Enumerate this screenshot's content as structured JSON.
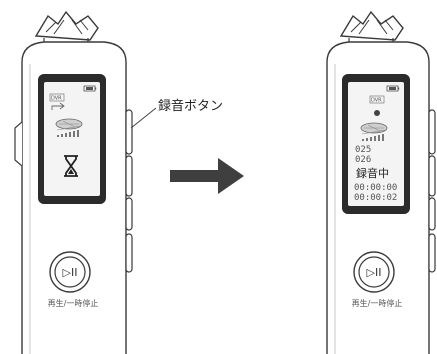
{
  "callout": {
    "record_button_label": "録音ボタン"
  },
  "left_device": {
    "mode_badge": "DVR",
    "play_pause_symbol": "▷II",
    "caption": "再生/一時停止",
    "icons": [
      "battery-icon",
      "repeat-icon",
      "level-meter-icon",
      "hourglass-icon"
    ]
  },
  "right_device": {
    "mode_badge": "DVR",
    "file_number": "025",
    "next_file_number": "026",
    "status": "録音中",
    "elapsed_time": "00:00:00",
    "remaining_time": "00:00:02",
    "play_pause_symbol": "▷II",
    "caption": "再生/一時停止",
    "icons": [
      "battery-icon",
      "record-dot-icon",
      "level-meter-icon"
    ]
  },
  "arrow": {
    "direction": "right",
    "color": "#3f3f3f"
  },
  "colors": {
    "outline": "#3a3a3a",
    "lcd_frame": "#2b2b2b",
    "lcd_screen": "#f4f4f4"
  }
}
